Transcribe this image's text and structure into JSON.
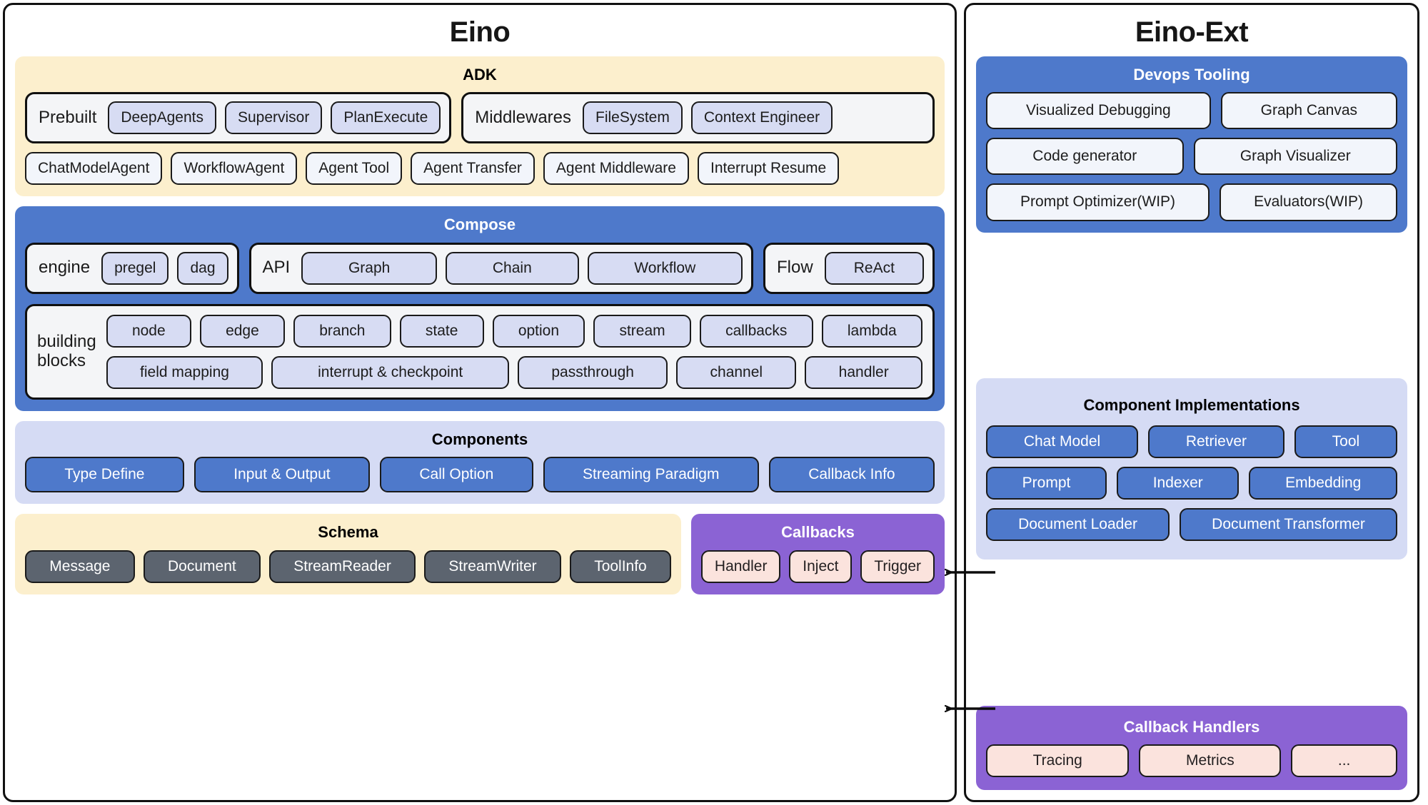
{
  "left_panel": {
    "title": "Eino",
    "adk": {
      "title": "ADK",
      "prebuilt": {
        "label": "Prebuilt",
        "items": [
          "DeepAgents",
          "Supervisor",
          "PlanExecute"
        ]
      },
      "middlewares": {
        "label": "Middlewares",
        "items": [
          "FileSystem",
          "Context Engineer"
        ]
      },
      "features": [
        "ChatModelAgent",
        "WorkflowAgent",
        "Agent Tool",
        "Agent Transfer",
        "Agent Middleware",
        "Interrupt Resume"
      ]
    },
    "compose": {
      "title": "Compose",
      "engine": {
        "label": "engine",
        "items": [
          "pregel",
          "dag"
        ]
      },
      "api": {
        "label": "API",
        "items": [
          "Graph",
          "Chain",
          "Workflow"
        ]
      },
      "flow": {
        "label": "Flow",
        "items": [
          "ReAct"
        ]
      },
      "building_blocks": {
        "label_line1": "building",
        "label_line2": "blocks",
        "row1": [
          "node",
          "edge",
          "branch",
          "state",
          "option",
          "stream",
          "callbacks",
          "lambda"
        ],
        "row2": [
          "field mapping",
          "interrupt & checkpoint",
          "passthrough",
          "channel",
          "handler"
        ]
      }
    },
    "components": {
      "title": "Components",
      "items": [
        "Type Define",
        "Input & Output",
        "Call Option",
        "Streaming Paradigm",
        "Callback Info"
      ]
    },
    "schema": {
      "title": "Schema",
      "items": [
        "Message",
        "Document",
        "StreamReader",
        "StreamWriter",
        "ToolInfo"
      ]
    },
    "callbacks": {
      "title": "Callbacks",
      "items": [
        "Handler",
        "Inject",
        "Trigger"
      ]
    }
  },
  "right_panel": {
    "title": "Eino-Ext",
    "devops": {
      "title": "Devops Tooling",
      "row1": [
        "Visualized Debugging",
        "Graph Canvas"
      ],
      "row2": [
        "Code generator",
        "Graph Visualizer"
      ],
      "row3": [
        "Prompt Optimizer(WIP)",
        "Evaluators(WIP)"
      ]
    },
    "component_implementations": {
      "title": "Component Implementations",
      "row1": [
        "Chat Model",
        "Retriever",
        "Tool"
      ],
      "row2": [
        "Prompt",
        "Indexer",
        "Embedding"
      ],
      "row3": [
        "Document Loader",
        "Document Transformer"
      ]
    },
    "callback_handlers": {
      "title": "Callback Handlers",
      "items": [
        "Tracing",
        "Metrics",
        "..."
      ]
    }
  },
  "connectors": [
    {
      "name": "components-link",
      "direction": "left"
    },
    {
      "name": "callbacks-link",
      "direction": "left"
    }
  ],
  "colors": {
    "compose_blue": "#4e79cb",
    "adk_cream": "#fcefcd",
    "components_lavender": "#d5dbf4",
    "callbacks_purple": "#8b63d4",
    "schema_node_gray": "#5c646f",
    "chip_lavender": "#d7dcf3",
    "chip_pink": "#fbe3dd",
    "border_black": "#101010"
  }
}
